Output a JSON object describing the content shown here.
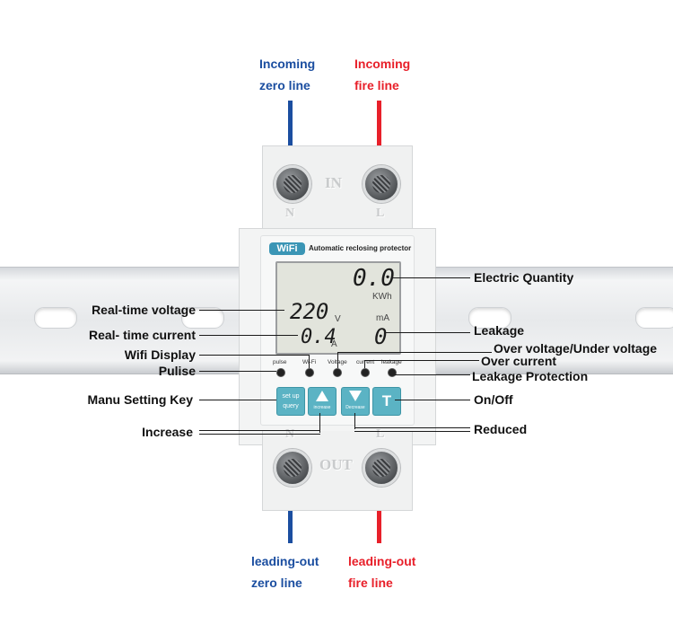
{
  "wires": {
    "top_left": [
      "Incoming",
      "zero line"
    ],
    "top_right": [
      "Incoming",
      "fire line"
    ],
    "bottom_left": [
      "leading-out",
      "zero line"
    ],
    "bottom_right": [
      "leading-out",
      "fire line"
    ],
    "colors": {
      "zero": "#1b4ea0",
      "fire": "#e8202a"
    }
  },
  "device": {
    "top_emboss": "IN",
    "bottom_emboss": "OUT",
    "terminal_n": "N",
    "terminal_l": "L",
    "badge": "WiFi",
    "title": "Automatic reclosing protector",
    "lcd": {
      "energy": "0.0",
      "energy_unit": "KWh",
      "voltage": "220",
      "voltage_unit": "V",
      "current": "0.4",
      "current_unit": "A",
      "leakage": "0",
      "leakage_unit": "mA"
    },
    "indicators": [
      "pulse",
      "Wi-Fi",
      "Voltage",
      "current",
      "leakage"
    ],
    "buttons": {
      "setup_top": "set up",
      "setup_bottom": "query",
      "up_text": "increase",
      "down_text": "Decrease",
      "onoff": "T"
    }
  },
  "labels": {
    "electric_quantity": "Electric Quantity",
    "real_time_voltage": "Real-time voltage",
    "real_time_current": "Real- time current",
    "leakage": "Leakage",
    "wifi_display": "Wifi Display",
    "over_voltage": "Over voltage/Under voltage",
    "pulise": "Pulise",
    "over_current": "Over current",
    "leakage_protection": "Leakage Protection",
    "menu_setting_key": "Manu Setting Key",
    "on_off": "On/Off",
    "increase": "Increase",
    "reduced": "Reduced"
  }
}
